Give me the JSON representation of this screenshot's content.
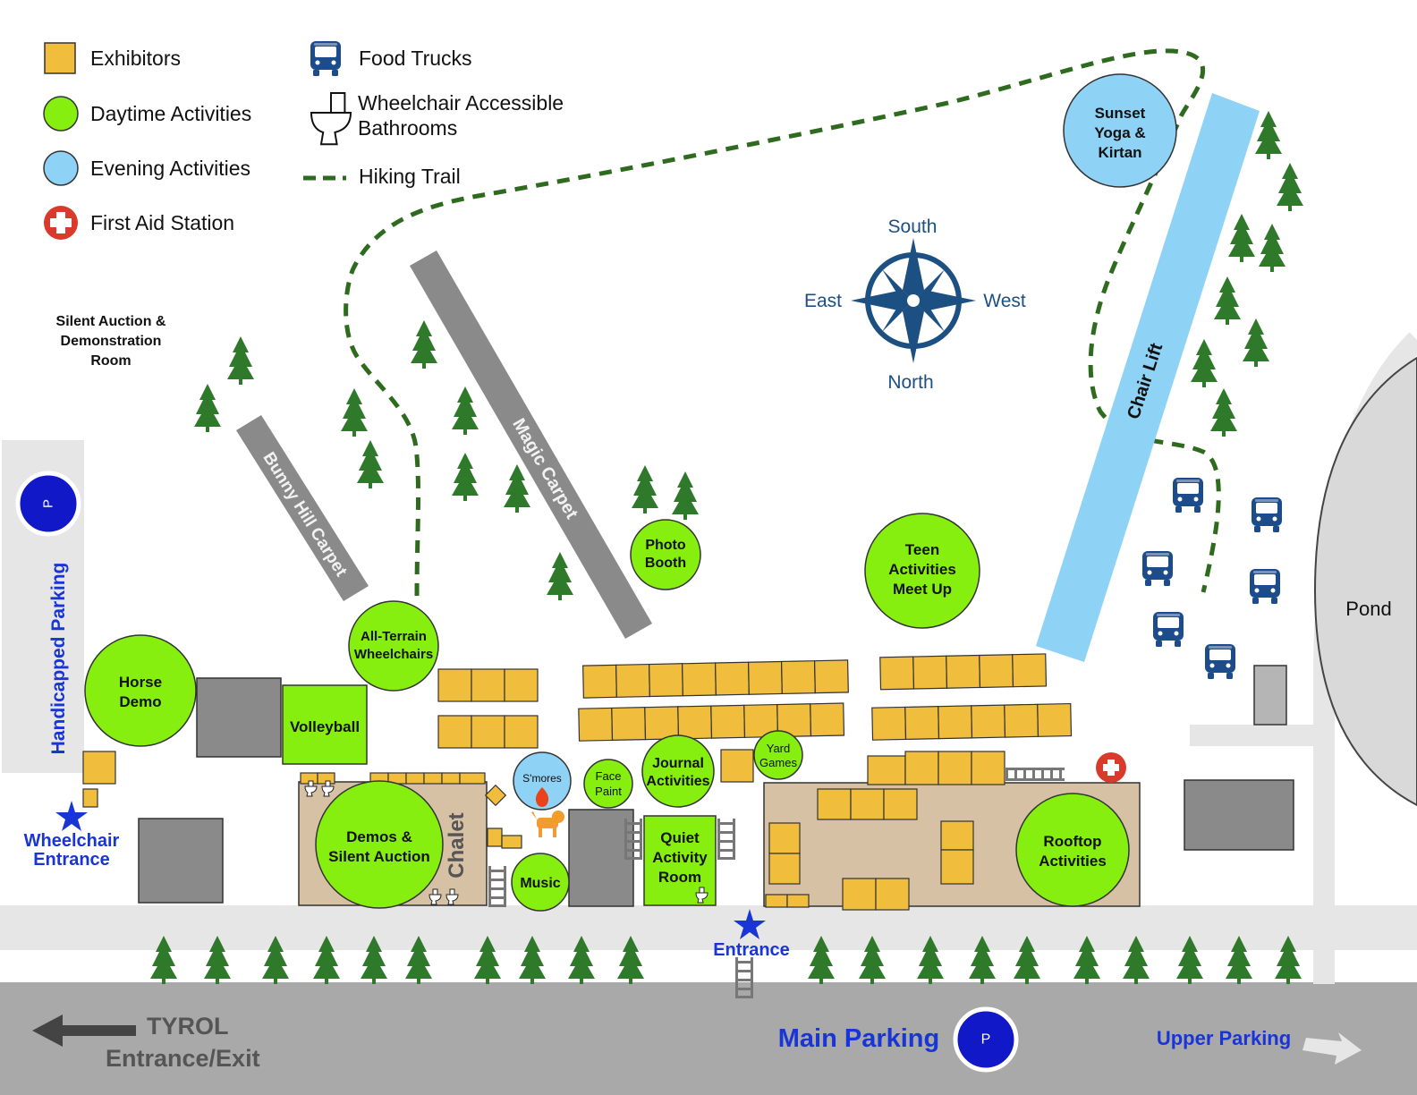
{
  "legend": {
    "exhibitors": "Exhibitors",
    "daytime": "Daytime Activities",
    "evening": "Evening Activities",
    "first_aid": "First Aid Station",
    "food_trucks": "Food Trucks",
    "bathrooms_line1": "Wheelchair Accessible",
    "bathrooms_line2": "Bathrooms",
    "hiking_trail": "Hiking Trail"
  },
  "colors": {
    "exhibitor": "#f0bd3c",
    "daytime": "#86ef10",
    "evening": "#8ed2f6",
    "first_aid": "#d93a2b",
    "trail": "#2e6b1e",
    "tree": "#2e7a2a",
    "truck": "#1d4c8c",
    "building": "#d6c1a5",
    "gray_building": "#8a8a8a",
    "road": "#a9a9a9",
    "walk": "#e6e6e6",
    "chairlift": "#8ed2f6",
    "parking": "#1118c8",
    "blue_text": "#1a35d6"
  },
  "places": {
    "silent_auction_room_l1": "Silent Auction &",
    "silent_auction_room_l2": "Demonstration",
    "silent_auction_room_l3": "Room",
    "horse_demo_l1": "Horse",
    "horse_demo_l2": "Demo",
    "volleyball": "Volleyball",
    "all_terrain_l1": "All-Terrain",
    "all_terrain_l2": "Wheelchairs",
    "demos_l1": "Demos &",
    "demos_l2": "Silent Auction",
    "chalet": "Chalet",
    "smores": "S'mores",
    "music": "Music",
    "face_paint_l1": "Face",
    "face_paint_l2": "Paint",
    "journal_l1": "Journal",
    "journal_l2": "Activities",
    "yard_games_l1": "Yard",
    "yard_games_l2": "Games",
    "quiet_l1": "Quiet",
    "quiet_l2": "Activity",
    "quiet_l3": "Room",
    "photo_booth_l1": "Photo",
    "photo_booth_l2": "Booth",
    "teen_l1": "Teen",
    "teen_l2": "Activities",
    "teen_l3": "Meet Up",
    "rooftop_l1": "Rooftop",
    "rooftop_l2": "Activities",
    "sunset_l1": "Sunset",
    "sunset_l2": "Yoga &",
    "sunset_l3": "Kirtan",
    "pond": "Pond",
    "bunny_hill": "Bunny Hill Carpet",
    "magic_carpet": "Magic Carpet",
    "chair_lift": "Chair Lift"
  },
  "compass": {
    "top": "South",
    "bottom": "North",
    "left": "East",
    "right": "West"
  },
  "parking": {
    "symbol": "P",
    "handicapped": "Handicapped Parking",
    "main": "Main Parking",
    "upper": "Upper Parking"
  },
  "entrances": {
    "wheelchair_l1": "Wheelchair",
    "wheelchair_l2": "Entrance",
    "main": "Entrance",
    "tyrol_l1": "TYROL",
    "tyrol_l2": "Entrance/Exit"
  }
}
